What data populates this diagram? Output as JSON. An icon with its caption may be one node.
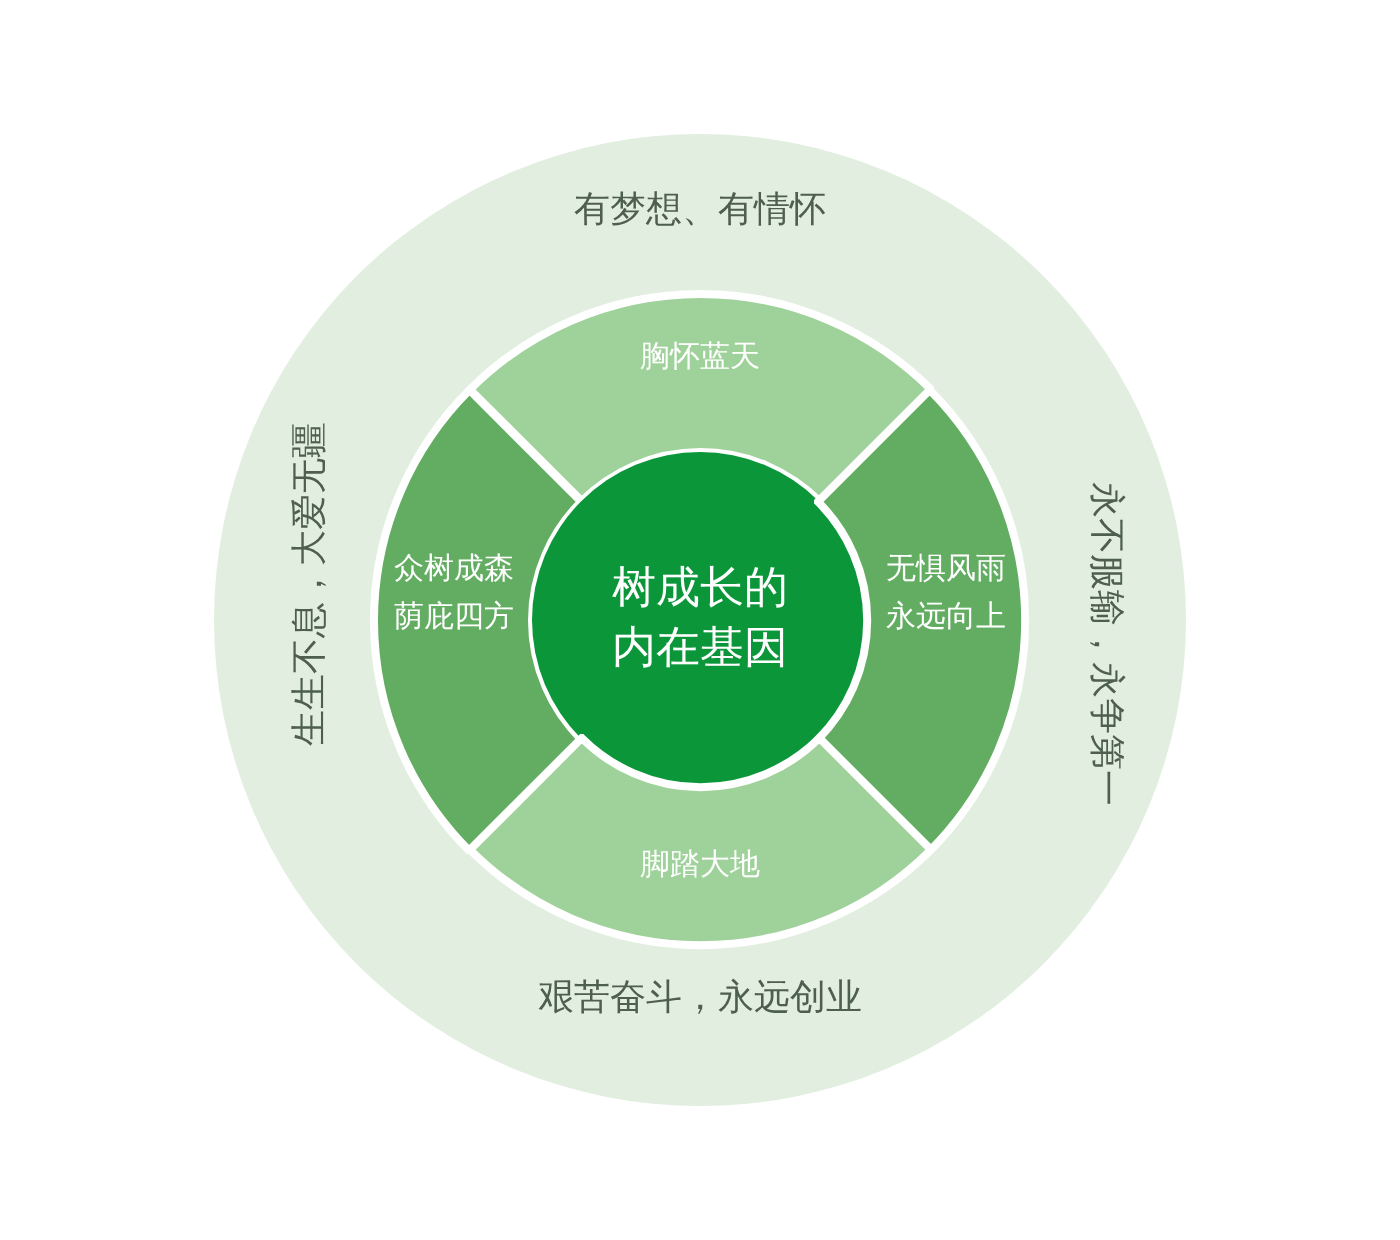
{
  "diagram": {
    "nodes": [
      {
        "text": [
          "有梦想、有情怀",
          "永不服输，永争第一",
          "艰苦奋斗，永远创业",
          "生生不息，大爱无疆"
        ]
      },
      {
        "text": [
          "胸怀蓝天"
        ],
        "in": 0
      },
      {
        "text": [
          "众树成森",
          "荫庇四方"
        ],
        "in": 0
      },
      {
        "text": [
          "树成长的内在基因"
        ],
        "in": 0
      },
      {
        "text": [
          "无惧风雨",
          "永远向上"
        ],
        "in": 0
      },
      {
        "text": [
          "脚踏大地"
        ],
        "in": 0
      }
    ]
  }
}
